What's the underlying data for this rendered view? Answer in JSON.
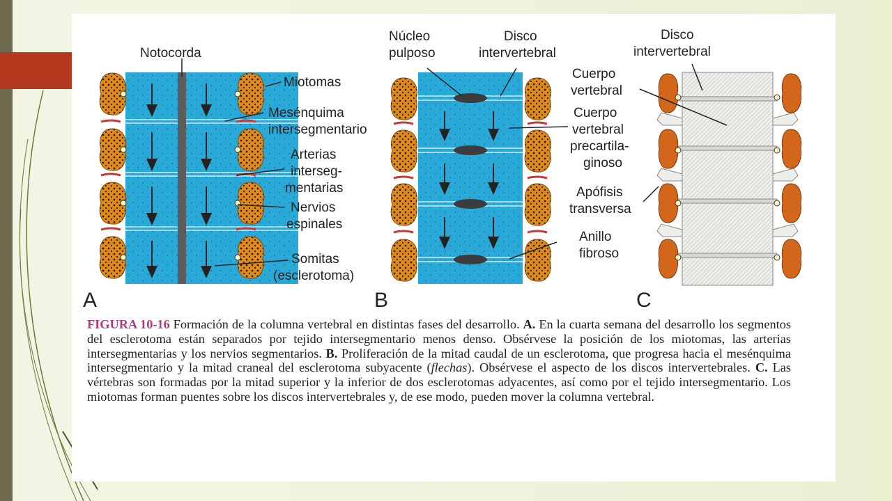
{
  "figure": {
    "panel_letters": [
      "A",
      "B",
      "C"
    ],
    "labels_a": {
      "notocorda": "Notocorda",
      "miotomas": "Miotomas",
      "mesenquima": [
        "Mesénquima",
        "intersegmentario"
      ],
      "arterias": [
        "Arterias",
        "interseg-",
        "mentarias"
      ],
      "nervios": [
        "Nervios",
        "espinales"
      ],
      "somitas": [
        "Somitas",
        "(esclerotoma)"
      ]
    },
    "labels_b": {
      "nucleo": [
        "Núcleo",
        "pulposo"
      ],
      "disco": [
        "Disco",
        "intervertebral"
      ],
      "cuerpo_prec": [
        "Cuerpo",
        "vertebral",
        "precartila-",
        "ginoso"
      ],
      "anillo": [
        "Anillo",
        "fibroso"
      ]
    },
    "labels_c": {
      "disco": [
        "Disco",
        "intervertebral"
      ],
      "cuerpo": [
        "Cuerpo",
        "vertebral"
      ],
      "apofisis": [
        "Apófisis",
        "transversa"
      ]
    }
  },
  "caption": {
    "figure_number": "FIGURA 10-16",
    "intro": " Formación de la columna vertebral en distintas fases del desarrollo. ",
    "a_label": "A.",
    "a_text": " En la cuarta semana del desarrollo los segmentos del esclerotoma están separados por tejido intersegmentario menos denso. Obsérvese la posición de los miotomas, las arterias intersegmentarias y los nervios segmentarios. ",
    "b_label": "B.",
    "b_text_1": " Proliferación de la mitad caudal de un esclerotoma, que progresa hacia el mesénquima intersegmentario y la mitad craneal del esclerotoma subyacente (",
    "b_italic": "flechas",
    "b_text_2": "). Obsérvese el aspecto de los discos intervertebrales. ",
    "c_label": "C.",
    "c_text": " Las vértebras son formadas por la mitad superior y la inferior de dos esclerotomas adyacentes, así como por el tejido intersegmentario. Los miotomas forman puentes sobre los discos intervertebrales y, de ese modo, pueden mover la columna vertebral."
  },
  "colors": {
    "left_bar": "#6e6a4f",
    "accent_block": "#b5391f",
    "sclerotome_blue": "#29a9d8",
    "myotome_orange": "#e08a1a",
    "vertebra_orange": "#d2661b",
    "caption_figure_label": "#b4377a"
  }
}
